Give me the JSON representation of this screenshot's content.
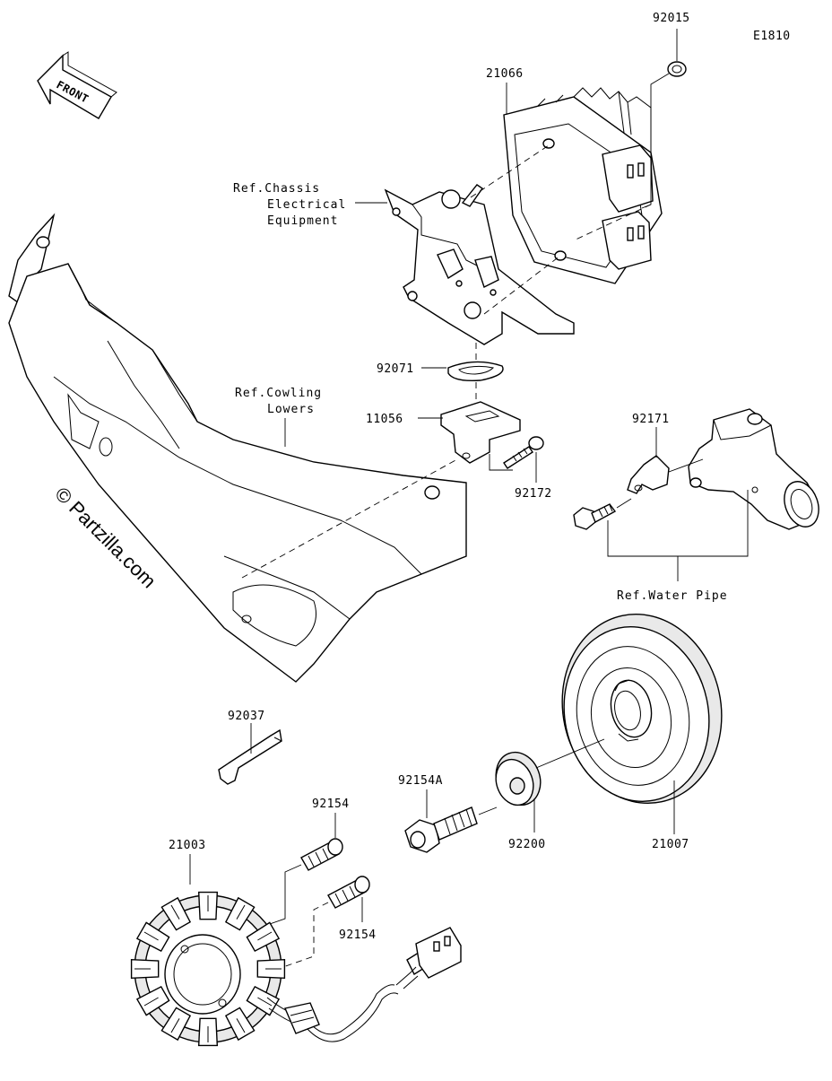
{
  "diagram": {
    "code": "E1810",
    "watermark": "© Partzilla.com",
    "front_arrow": "FRONT",
    "callouts": {
      "p92015": "92015",
      "p21066": "21066",
      "p92071": "92071",
      "p11056": "11056",
      "p92172": "92172",
      "p92171": "92171",
      "p92037": "92037",
      "p92154_top": "92154",
      "p92154_bottom": "92154",
      "p21003": "21003",
      "p92154A": "92154A",
      "p92200": "92200",
      "p21007": "21007"
    },
    "references": {
      "chassis": [
        "Ref.Chassis",
        "Electrical",
        "Equipment"
      ],
      "cowling": [
        "Ref.Cowling",
        "Lowers"
      ],
      "water_pipe": "Ref.Water Pipe"
    }
  }
}
